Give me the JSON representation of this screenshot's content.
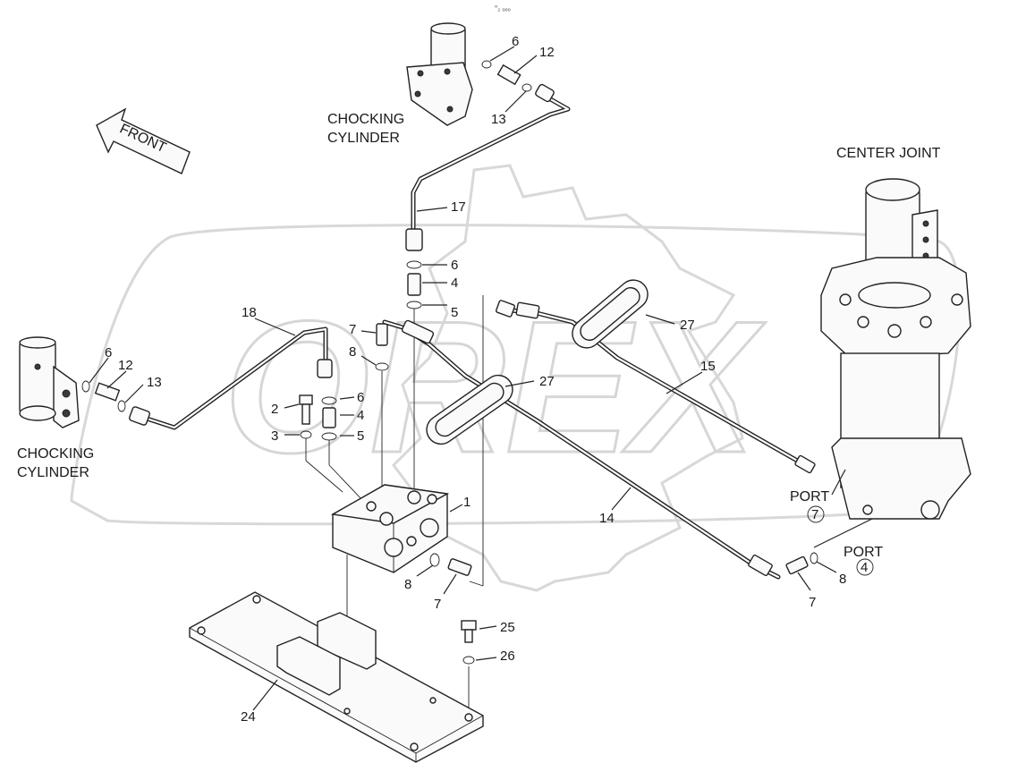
{
  "header": {
    "code": "°₂ ₒₒₒ"
  },
  "notes": {
    "front": "FRONT",
    "chock_top": [
      "CHOCKING",
      "CYLINDER"
    ],
    "chock_left": [
      "CHOCKING",
      "CYLINDER"
    ],
    "center_joint": "CENTER JOINT",
    "port_a": "PORT",
    "port_a_num": "7",
    "port_b": "PORT",
    "port_b_num": "4"
  },
  "callouts": {
    "c6a": "6",
    "c12a": "12",
    "c13a": "13",
    "c17": "17",
    "c6b": "6",
    "c4b": "4",
    "c5b": "5",
    "c18": "18",
    "c6c": "6",
    "c12c": "12",
    "c13c": "13",
    "c7a": "7",
    "c8a": "8",
    "c6d": "6",
    "c2": "2",
    "c4d": "4",
    "c3": "3",
    "c5d": "5",
    "c27a": "27",
    "c27b": "27",
    "c15": "15",
    "c1": "1",
    "c14": "14",
    "c8b": "8",
    "c7b": "7",
    "c8c": "8",
    "c7c": "7",
    "c25": "25",
    "c26": "26",
    "c24": "24"
  }
}
